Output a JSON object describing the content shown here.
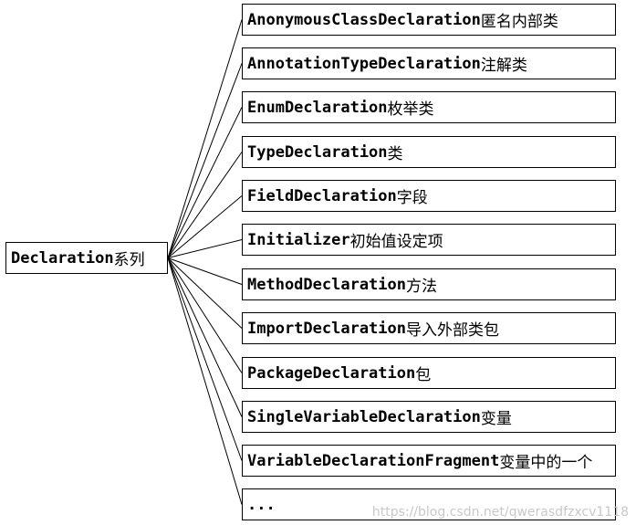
{
  "root": {
    "name": "Declaration",
    "suffix": "系列"
  },
  "children": [
    {
      "name": "AnonymousClassDeclaration",
      "suffix": "匿名内部类"
    },
    {
      "name": "AnnotationTypeDeclaration",
      "suffix": "注解类"
    },
    {
      "name": "EnumDeclaration",
      "suffix": "枚举类"
    },
    {
      "name": "TypeDeclaration",
      "suffix": "类"
    },
    {
      "name": "FieldDeclaration",
      "suffix": "字段"
    },
    {
      "name": "Initializer",
      "suffix": "初始值设定项"
    },
    {
      "name": "MethodDeclaration",
      "suffix": "方法"
    },
    {
      "name": "ImportDeclaration",
      "suffix": "导入外部类包"
    },
    {
      "name": "PackageDeclaration",
      "suffix": "包"
    },
    {
      "name": "SingleVariableDeclaration",
      "suffix": "变量"
    },
    {
      "name": "VariableDeclarationFragment",
      "suffix": "变量中的一个"
    },
    {
      "name": "...",
      "suffix": ""
    }
  ],
  "watermark": "https://blog.csdn.net/qwerasdfzxcv1118"
}
